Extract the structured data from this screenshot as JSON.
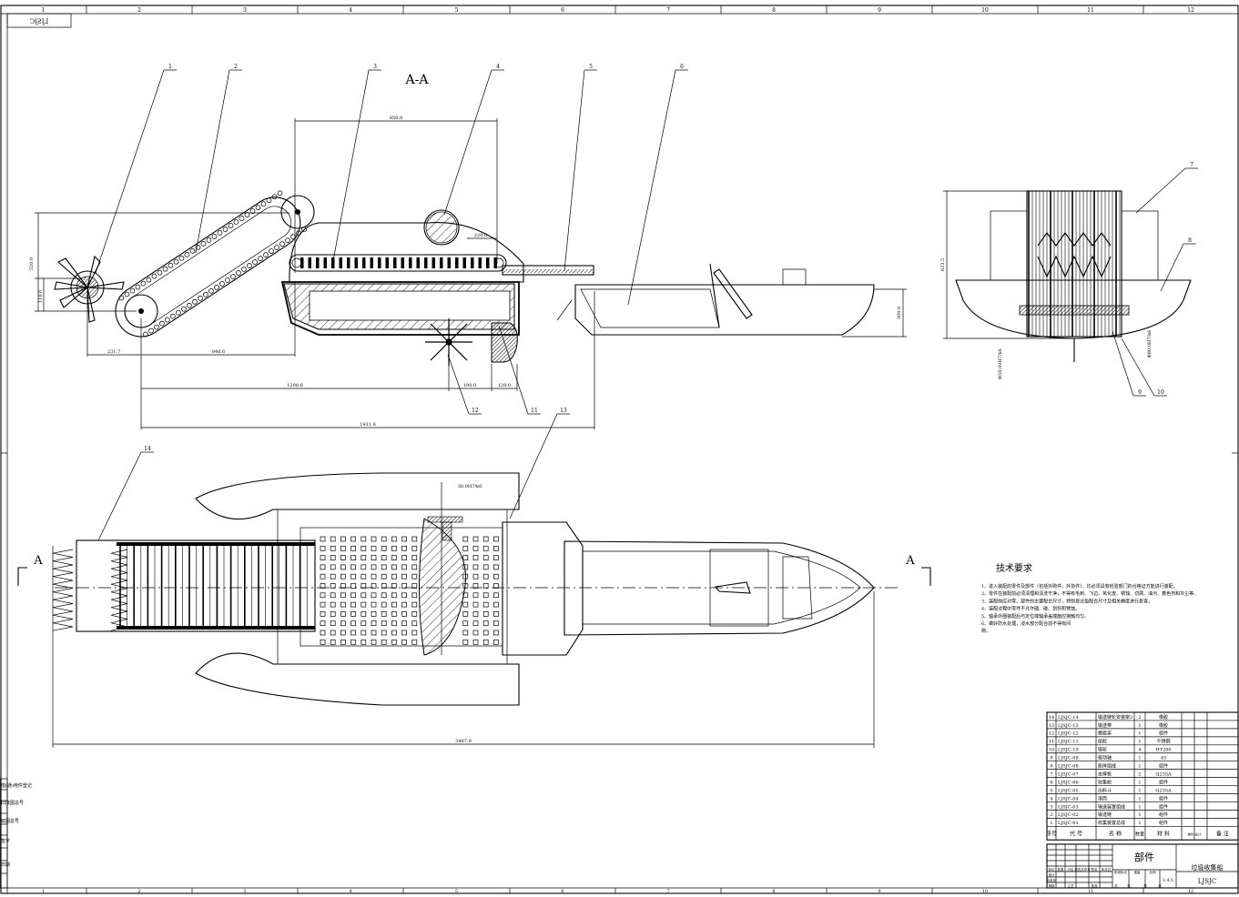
{
  "drawing_code": "LJSJC",
  "section_title": "A-A",
  "section_marker": "A",
  "grid_numbers": [
    "1",
    "2",
    "3",
    "4",
    "5",
    "6",
    "7",
    "8",
    "9",
    "10",
    "11",
    "12"
  ],
  "balloons": [
    "1",
    "2",
    "3",
    "4",
    "5",
    "6",
    "7",
    "8",
    "9",
    "10",
    "11",
    "12",
    "13",
    "14"
  ],
  "dimensions": {
    "top_width": "850.0",
    "short_span": "220.0",
    "left_offset": "231.7",
    "chain_span": "846.6",
    "pitch_span": "1298.6",
    "mid_span": "190.0",
    "right_span": "120.0",
    "total_length_side": "1911.6",
    "total_length_plan": "3487.9",
    "height_left": "520.0",
    "height_small": "110.0",
    "hull_height": "300.0",
    "end_height": "633.5",
    "fit_note": "30.0H7/k6",
    "bearing_note_left": "Φ50.00H7/k6",
    "bearing_note_right": "Φ80.0H7/k6"
  },
  "tech_requirements": {
    "title": "技术要求",
    "lines": [
      "1、进入装配的零件及部件（包括外购件、外协件），均必须具有检验部门的合格证方能进行装配。",
      "2、零件在装配前必须清理和清洗干净，不得有毛刺、飞边、氧化皮、锈蚀、切屑、油污、着色剂和灰尘等。",
      "3、装配前应对零、部件的主要配合尺寸，特别是过盈配合尺寸及相关精度进行复查。",
      "4、装配过程中零件不允许磕、碰、划伤和锈蚀。",
      "5、轴承外圈装配后与定位端轴承盖端面应接触均匀。",
      "6、做好防水处理，浸水部分配合前不得有间",
      "隙。"
    ]
  },
  "bom": {
    "rows": [
      {
        "no": "14",
        "code": "LJSJC-14",
        "name": "输送链轮安装架2",
        "qty": "2",
        "material": "橡胶"
      },
      {
        "no": "13",
        "code": "LJSJC-13",
        "name": "输送带",
        "qty": "1",
        "material": "橡胶"
      },
      {
        "no": "12",
        "code": "LJSJC-12",
        "name": "螺旋桨",
        "qty": "1",
        "material": "组件"
      },
      {
        "no": "11",
        "code": "LJSJC-11",
        "name": "船舵",
        "qty": "1",
        "material": "不锈钢"
      },
      {
        "no": "10",
        "code": "LJSJC-10",
        "name": "链轮",
        "qty": "4",
        "material": "HT200"
      },
      {
        "no": "9",
        "code": "LJSJC-09",
        "name": "驱动轴",
        "qty": "1",
        "material": "45"
      },
      {
        "no": "8",
        "code": "LJSJC-08",
        "name": "船体组成",
        "qty": "1",
        "material": "组件"
      },
      {
        "no": "7",
        "code": "LJSJC-07",
        "name": "支撑板",
        "qty": "2",
        "material": "Q235A"
      },
      {
        "no": "6",
        "code": "LJSJC-06",
        "name": "收集舱",
        "qty": "1",
        "material": "组件"
      },
      {
        "no": "5",
        "code": "LJSJC-05",
        "name": "出料斗",
        "qty": "1",
        "material": "Q235A"
      },
      {
        "no": "4",
        "code": "LJSJC-04",
        "name": "滚筒",
        "qty": "1",
        "material": "组件"
      },
      {
        "no": "3",
        "code": "LJSJC-03",
        "name": "输送装置组成",
        "qty": "1",
        "material": "组件"
      },
      {
        "no": "2",
        "code": "LJSJC-02",
        "name": "输送链",
        "qty": "1",
        "material": "组件"
      },
      {
        "no": "1",
        "code": "LJSJC-01",
        "name": "收集装置总成",
        "qty": "1",
        "material": "组件"
      }
    ],
    "header": {
      "no": "序号",
      "code": "代    号",
      "name": "名    称",
      "qty": "数量",
      "material": "材    料",
      "weight": "单件 总计",
      "remark": "备  注"
    }
  },
  "title_block": {
    "category": "部件",
    "product_name": "垃圾收集船",
    "drawing_no": "LJSJC",
    "scale": "1:4.5",
    "labels": [
      "标记",
      "处数",
      "分区",
      "更改文件号",
      "签名",
      "年月日",
      "设计",
      "标准化",
      "审核",
      "工艺",
      "批准",
      "阶段标记",
      "重量",
      "比例",
      "共",
      "张",
      "第",
      "张"
    ]
  },
  "left_margin_labels": [
    "借(通)用件登记",
    "旧底图总号",
    "底图总号",
    "签字",
    "日期"
  ]
}
